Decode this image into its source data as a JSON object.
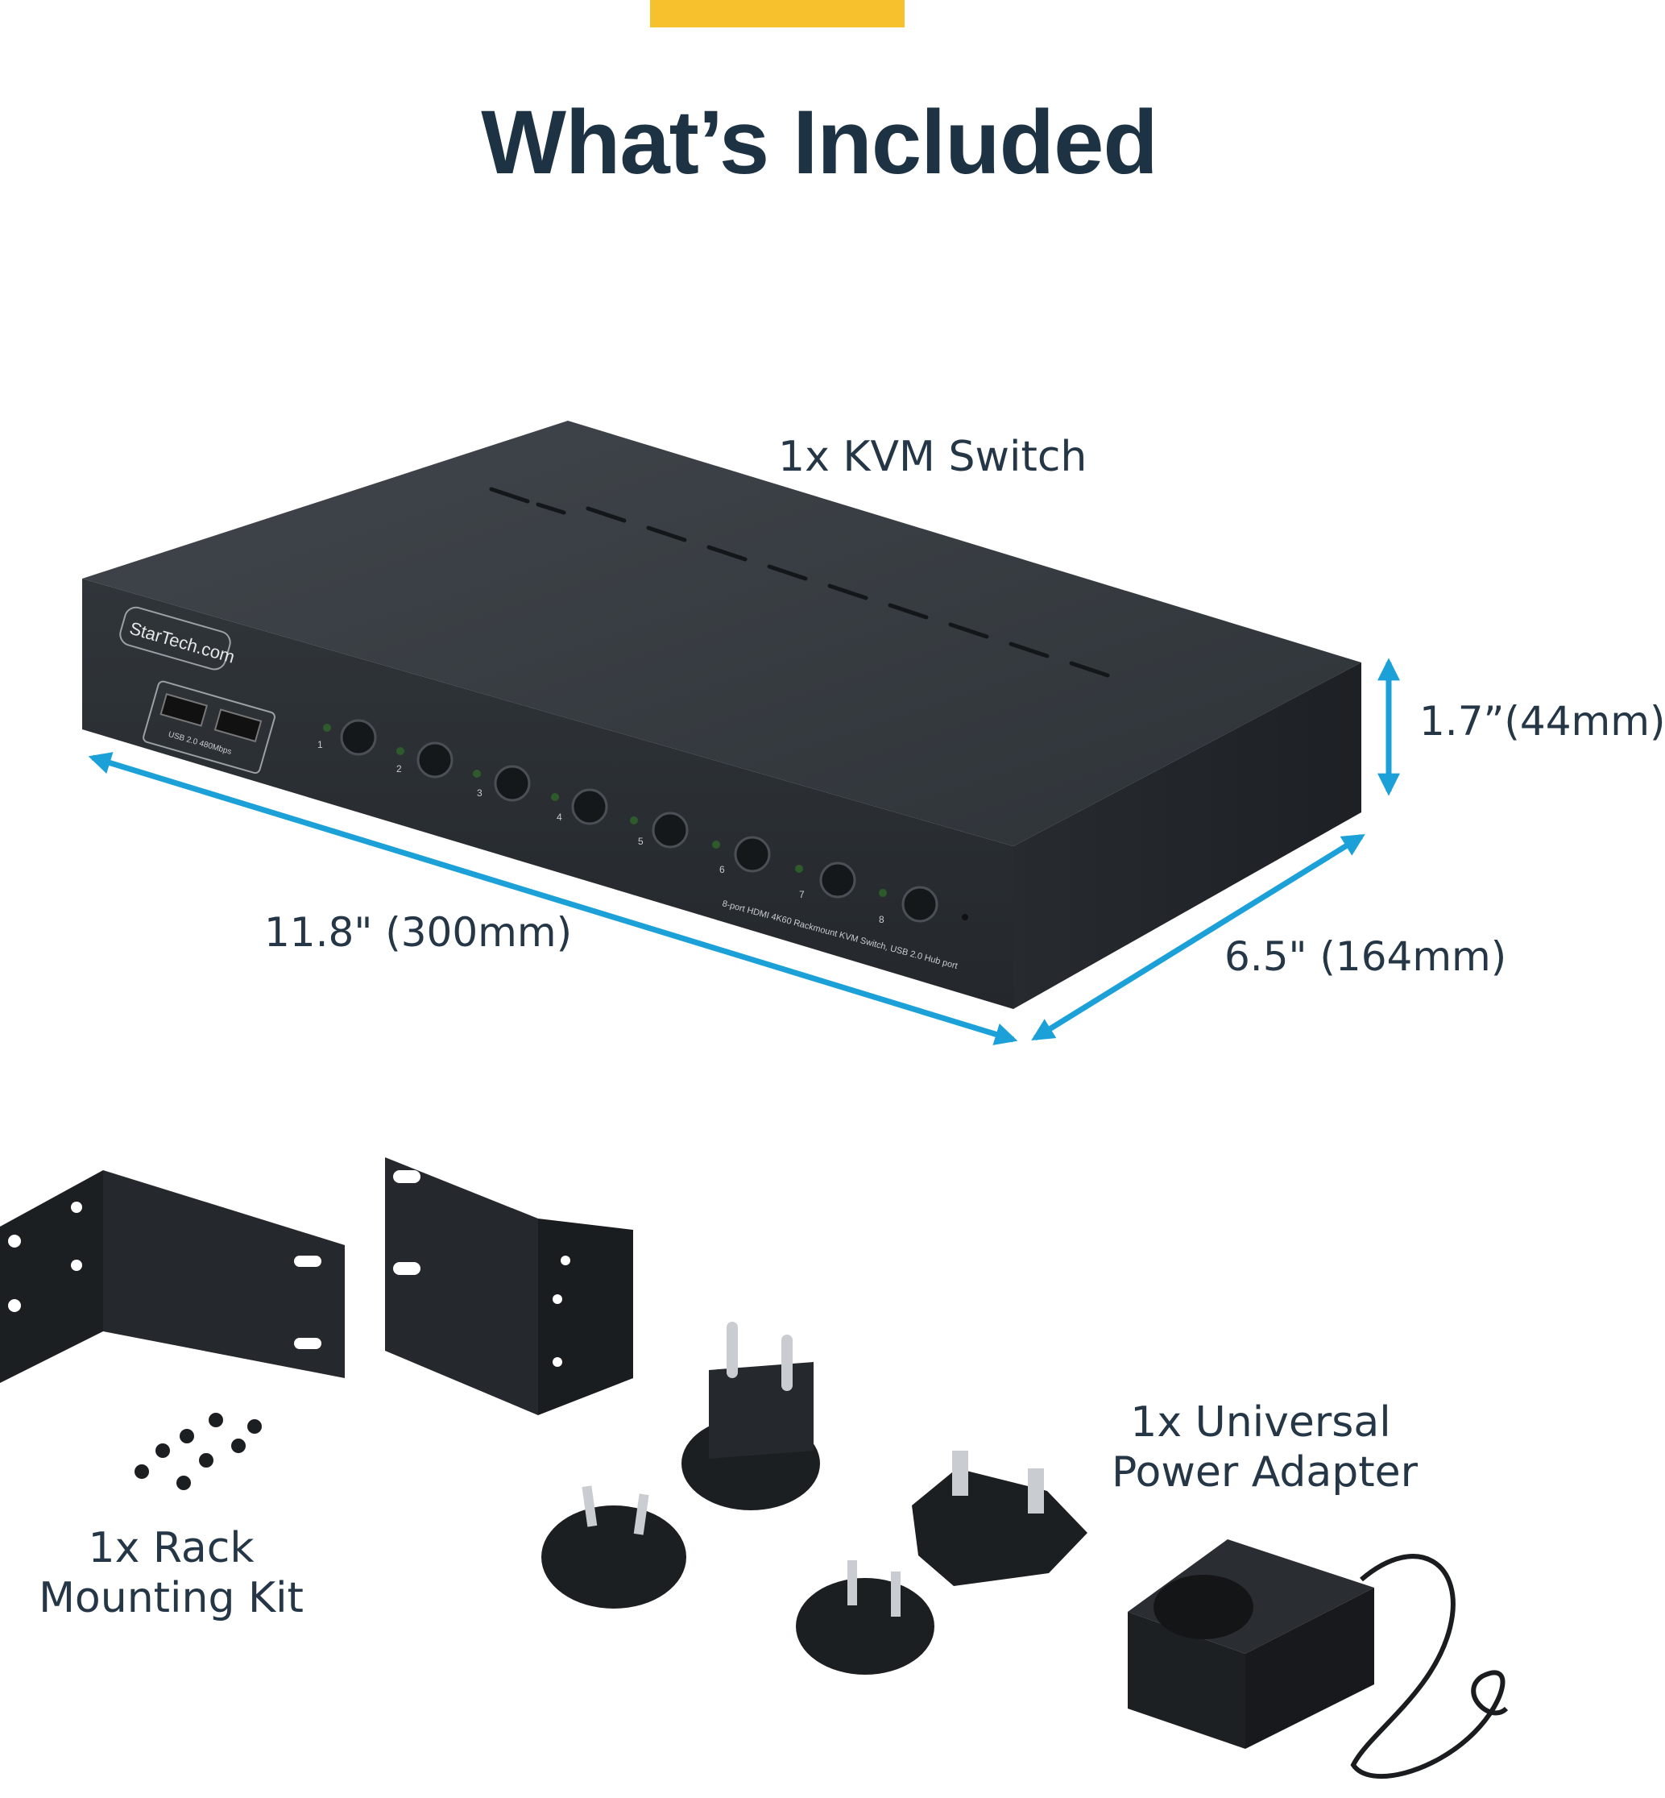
{
  "header": {
    "accent_color": "#f6c12c",
    "title": "What’s Included"
  },
  "kvm": {
    "label": "1x KVM Switch",
    "brand": "StarTech.com",
    "usb_caption": "USB 2.0 480Mbps",
    "model_caption": "8-port HDMI 4K60 Rackmount KVM Switch, USB 2.0 Hub port",
    "port_numbers": [
      "1",
      "2",
      "3",
      "4",
      "5",
      "6",
      "7",
      "8"
    ]
  },
  "dimensions": {
    "height": "1.7”(44mm)",
    "width": "11.8\" (300mm)",
    "depth": "6.5\" (164mm)",
    "arrow_color": "#1ba0d8"
  },
  "rack_kit": {
    "line1": "1x Rack",
    "line2": "Mounting Kit"
  },
  "power_adapter": {
    "line1": "1x Universal",
    "line2": "Power Adapter"
  },
  "colors": {
    "title": "#1d3343",
    "body_text": "#253746",
    "device_body": "#2b3036",
    "device_top": "#3a3f45"
  }
}
